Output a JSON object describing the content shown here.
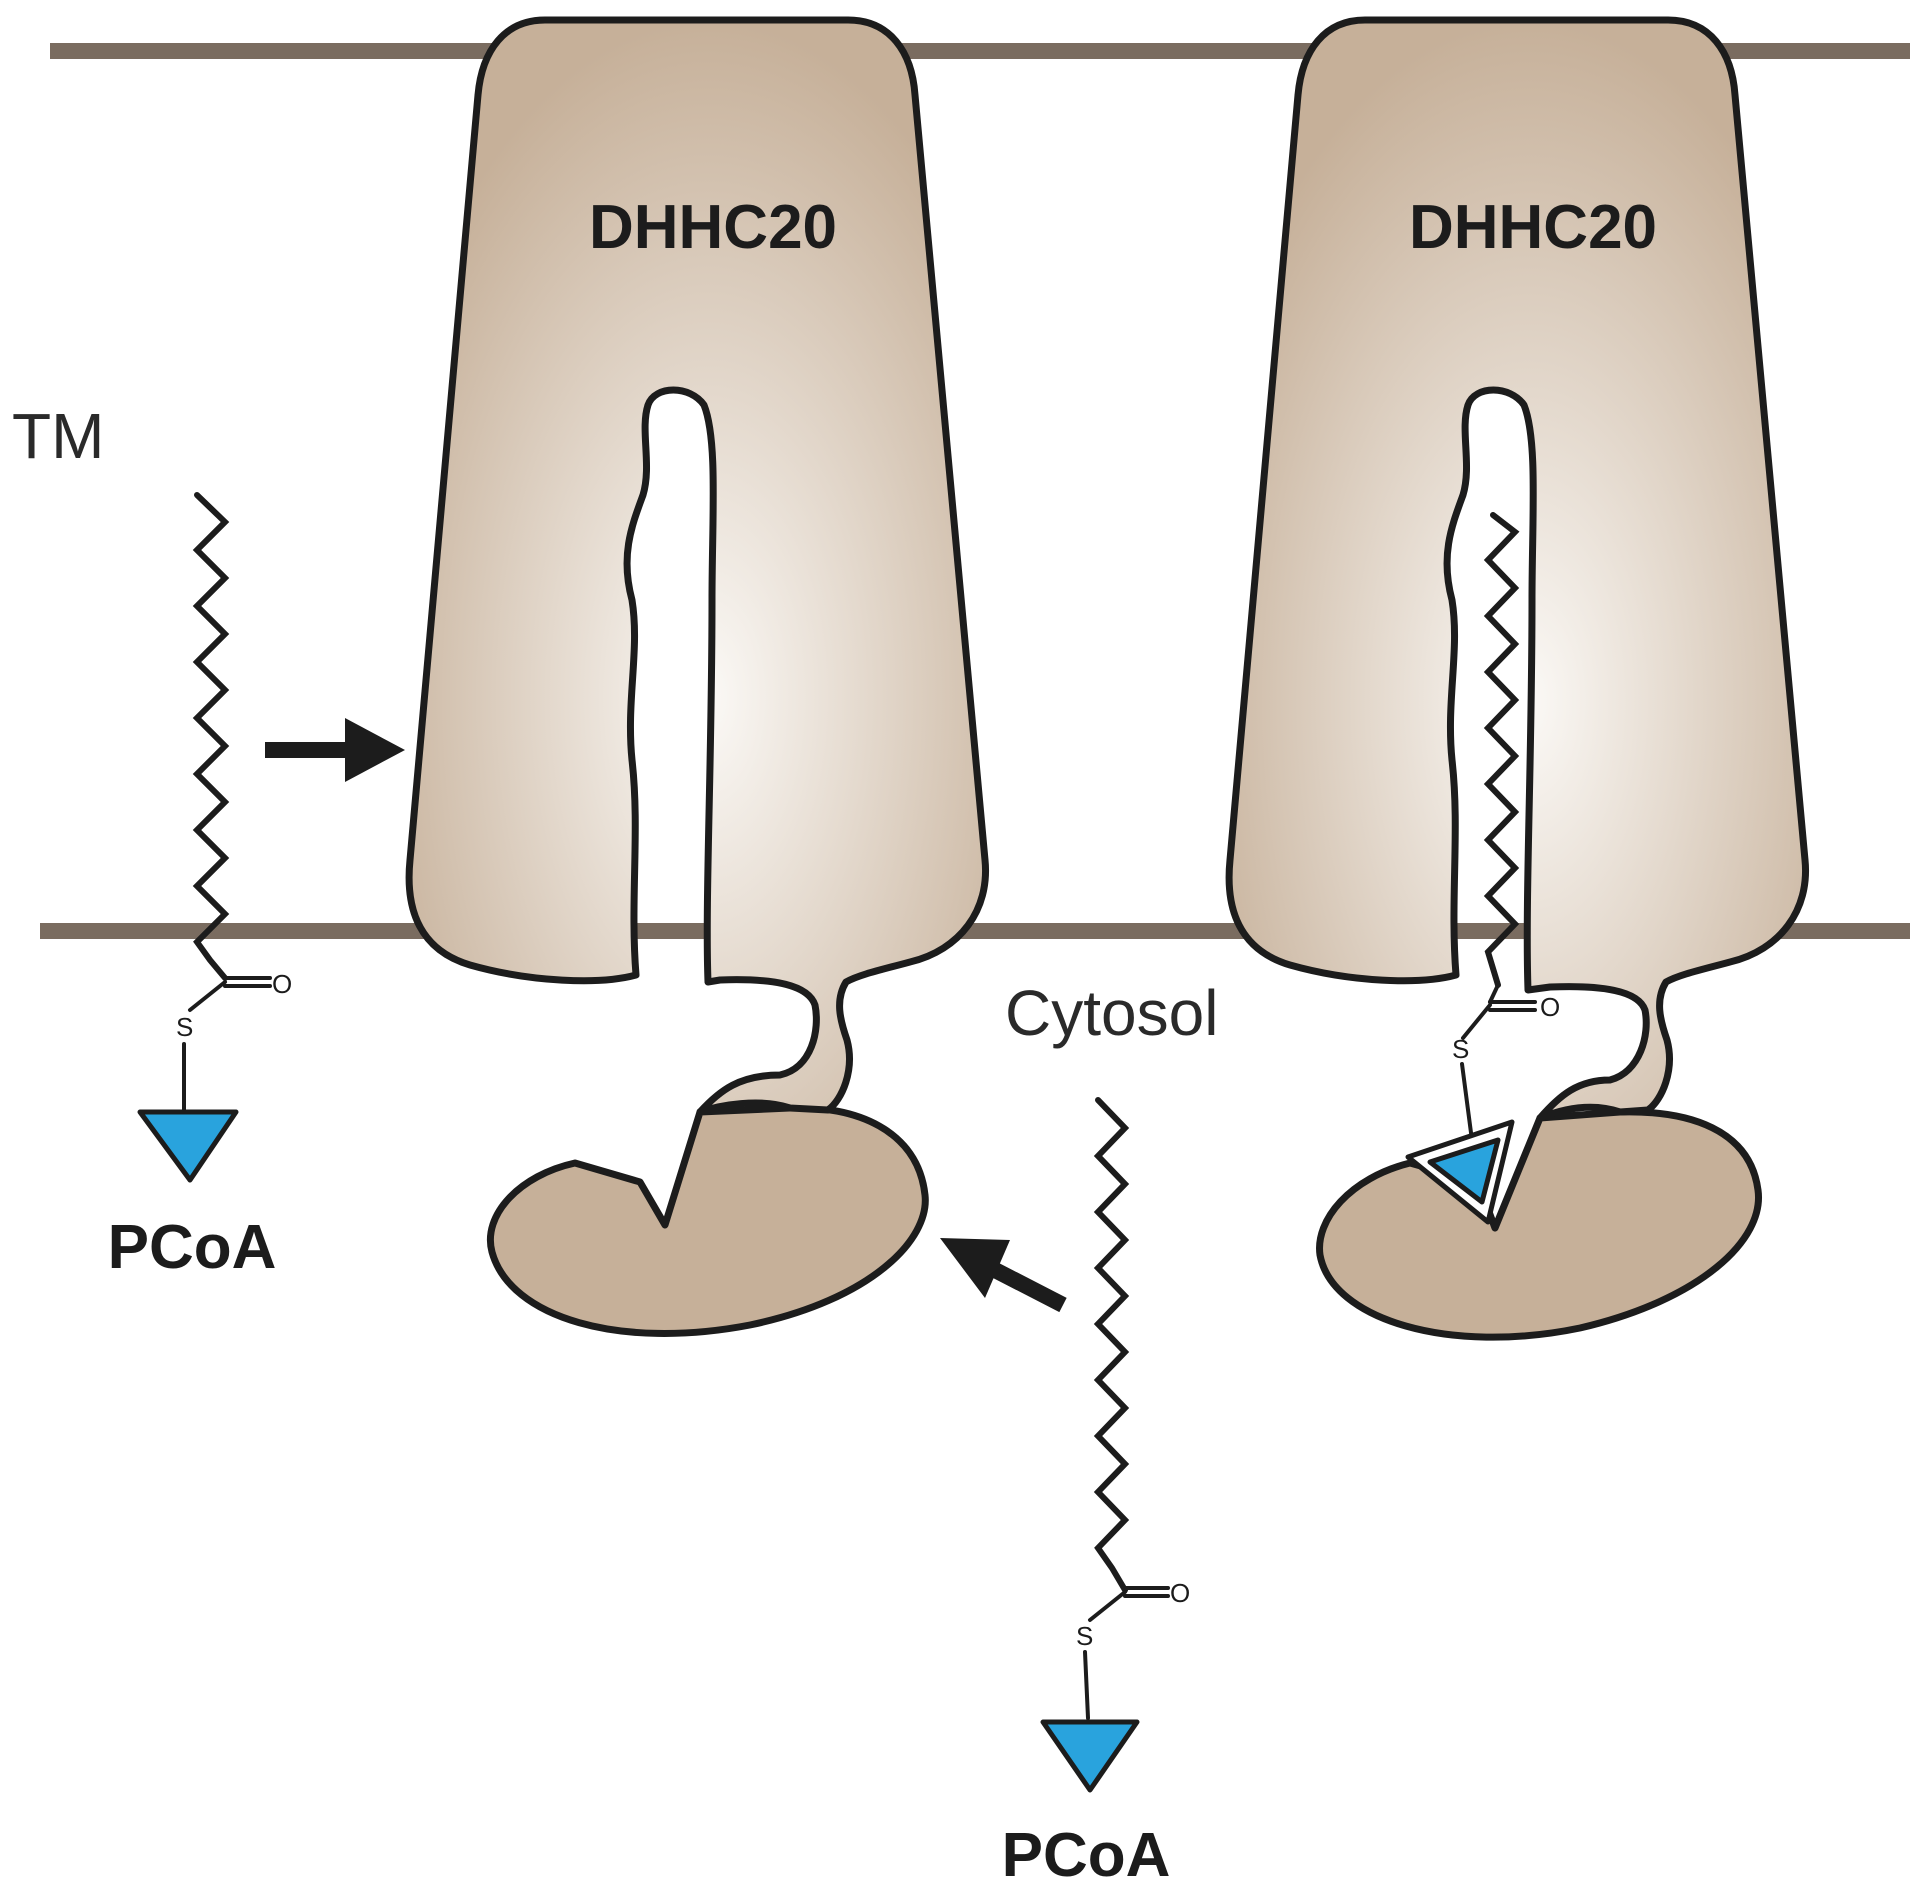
{
  "labels": {
    "tm": "TM",
    "cytosol": "Cytosol",
    "protein_left": "DHHC20",
    "protein_right": "DHHC20",
    "pcoa_left": "PCoA",
    "pcoa_bottom": "PCoA"
  },
  "atoms": {
    "sulfur": "S",
    "oxygen": "O"
  },
  "colors": {
    "membrane": "#7a6c60",
    "protein_fill_edge": "#c6b099",
    "protein_fill_center": "#fbf9f6",
    "coa_triangle": "#29a3dd",
    "outline": "#1c1c1c"
  }
}
